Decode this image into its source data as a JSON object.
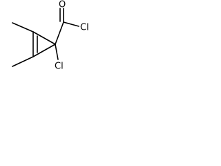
{
  "molecule": {
    "atoms": {
      "oxygen": "O",
      "chlorine_acyl": "Cl",
      "chlorine_ring": "Cl"
    }
  }
}
